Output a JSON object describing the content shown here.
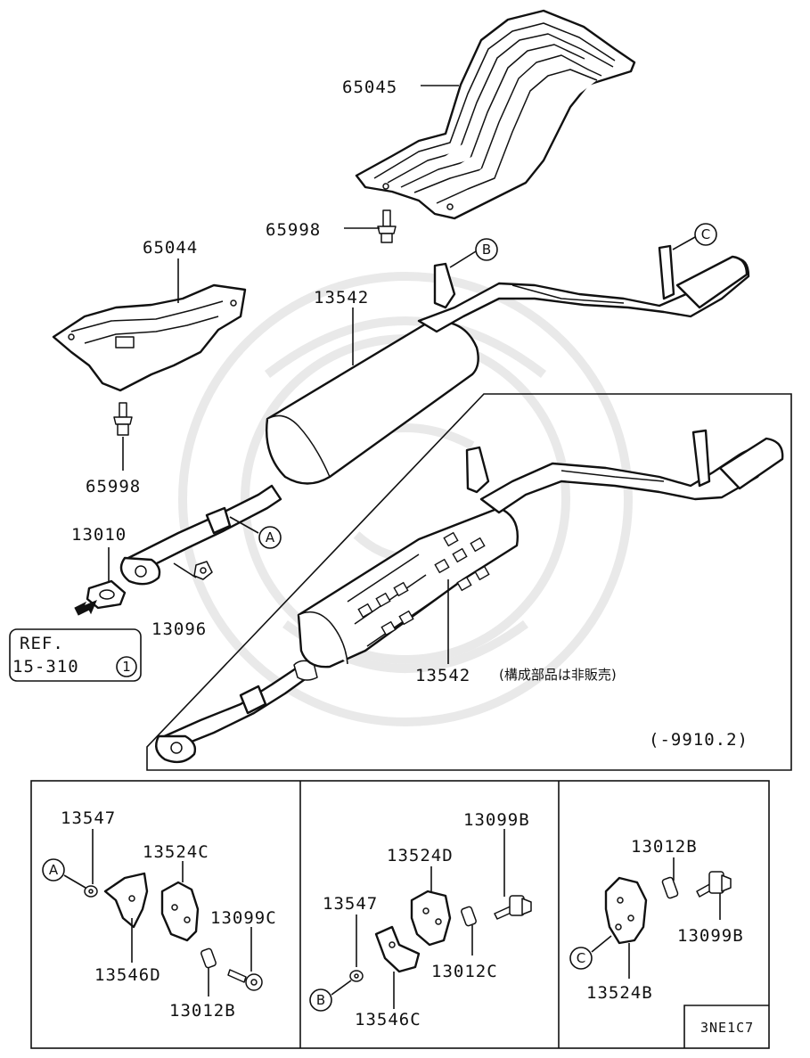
{
  "labels": {
    "p65045": "65045",
    "p65998_top": "65998",
    "p65044": "65044",
    "p13542_top": "13542",
    "p65998_left": "65998",
    "p13010": "13010",
    "p13096": "13096",
    "p13542_bottom": "13542",
    "p13542_note": "(構成部品は非販売)",
    "date_range": "(-9910.2)",
    "p13547_a": "13547",
    "p13524c": "13524C",
    "p13099c": "13099C",
    "p13546d": "13546D",
    "p13012b_a": "13012B",
    "p13099b_b": "13099B",
    "p13524d": "13524D",
    "p13547_b": "13547",
    "p13012c": "13012C",
    "p13546c": "13546C",
    "p13012b_c": "13012B",
    "p13099b_c": "13099B",
    "p13524b": "13524B",
    "diagram_code": "3NE1C7"
  },
  "reference": {
    "line1": "REF.",
    "line2": "15-310",
    "num": "1"
  },
  "callouts": {
    "A": "A",
    "B": "B",
    "C": "C"
  }
}
